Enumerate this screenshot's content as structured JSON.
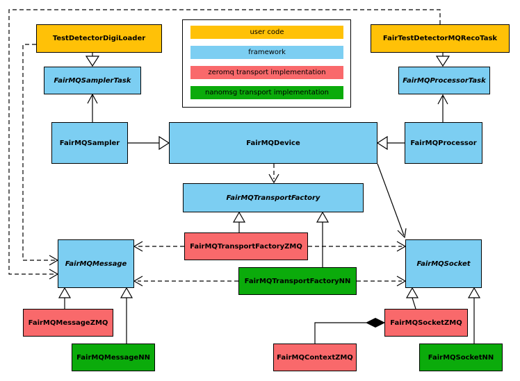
{
  "colors": {
    "user_code": "#FFC107",
    "framework": "#7CCEF2",
    "zeromq": "#F9696B",
    "nanomsg": "#0BAB0B"
  },
  "legend": {
    "items": [
      {
        "label": "user code",
        "color": "#FFC107"
      },
      {
        "label": "framework",
        "color": "#7CCEF2"
      },
      {
        "label": "zeromq transport implementation",
        "color": "#F9696B"
      },
      {
        "label": "nanomsg transport implementation",
        "color": "#0BAB0B"
      }
    ]
  },
  "nodes": {
    "test_detector_digi_loader": {
      "label": "TestDetectorDigiLoader",
      "category": "user code",
      "abstract": false
    },
    "fair_test_detector_mq_reco_task": {
      "label": "FairTestDetectorMQRecoTask",
      "category": "user code",
      "abstract": false
    },
    "fairmq_sampler_task": {
      "label": "FairMQSamplerTask",
      "category": "framework",
      "abstract": true
    },
    "fairmq_processor_task": {
      "label": "FairMQProcessorTask",
      "category": "framework",
      "abstract": true
    },
    "fairmq_sampler": {
      "label": "FairMQSampler",
      "category": "framework",
      "abstract": false
    },
    "fairmq_device": {
      "label": "FairMQDevice",
      "category": "framework",
      "abstract": false
    },
    "fairmq_processor": {
      "label": "FairMQProcessor",
      "category": "framework",
      "abstract": false
    },
    "fairmq_transport_factory": {
      "label": "FairMQTransportFactory",
      "category": "framework",
      "abstract": true
    },
    "fairmq_transport_factory_zmq": {
      "label": "FairMQTransportFactoryZMQ",
      "category": "zeromq transport implementation",
      "abstract": false
    },
    "fairmq_transport_factory_nn": {
      "label": "FairMQTransportFactoryNN",
      "category": "nanomsg transport implementation",
      "abstract": false
    },
    "fairmq_message": {
      "label": "FairMQMessage",
      "category": "framework",
      "abstract": true
    },
    "fairmq_socket": {
      "label": "FairMQSocket",
      "category": "framework",
      "abstract": true
    },
    "fairmq_message_zmq": {
      "label": "FairMQMessageZMQ",
      "category": "zeromq transport implementation",
      "abstract": false
    },
    "fairmq_message_nn": {
      "label": "FairMQMessageNN",
      "category": "nanomsg transport implementation",
      "abstract": false
    },
    "fairmq_context_zmq": {
      "label": "FairMQContextZMQ",
      "category": "zeromq transport implementation",
      "abstract": false
    },
    "fairmq_socket_zmq": {
      "label": "FairMQSocketZMQ",
      "category": "zeromq transport implementation",
      "abstract": false
    },
    "fairmq_socket_nn": {
      "label": "FairMQSocketNN",
      "category": "nanomsg transport implementation",
      "abstract": false
    }
  },
  "relationships": [
    {
      "from": "TestDetectorDigiLoader",
      "to": "FairMQSamplerTask",
      "type": "inheritance"
    },
    {
      "from": "FairTestDetectorMQRecoTask",
      "to": "FairMQProcessorTask",
      "type": "inheritance"
    },
    {
      "from": "FairMQSampler",
      "to": "FairMQSamplerTask",
      "type": "association"
    },
    {
      "from": "FairMQProcessor",
      "to": "FairMQProcessorTask",
      "type": "association"
    },
    {
      "from": "FairMQSampler",
      "to": "FairMQDevice",
      "type": "inheritance"
    },
    {
      "from": "FairMQProcessor",
      "to": "FairMQDevice",
      "type": "inheritance"
    },
    {
      "from": "FairMQDevice",
      "to": "FairMQTransportFactory",
      "type": "dependency"
    },
    {
      "from": "FairMQDevice",
      "to": "FairMQSocket",
      "type": "association"
    },
    {
      "from": "FairMQTransportFactoryZMQ",
      "to": "FairMQTransportFactory",
      "type": "inheritance"
    },
    {
      "from": "FairMQTransportFactoryNN",
      "to": "FairMQTransportFactory",
      "type": "inheritance"
    },
    {
      "from": "FairMQTransportFactoryZMQ",
      "to": "FairMQMessage",
      "type": "dependency"
    },
    {
      "from": "FairMQTransportFactoryZMQ",
      "to": "FairMQSocket",
      "type": "dependency"
    },
    {
      "from": "FairMQTransportFactoryNN",
      "to": "FairMQMessage",
      "type": "dependency"
    },
    {
      "from": "FairMQTransportFactoryNN",
      "to": "FairMQSocket",
      "type": "dependency"
    },
    {
      "from": "TestDetectorDigiLoader",
      "to": "FairMQMessage",
      "type": "dependency"
    },
    {
      "from": "FairTestDetectorMQRecoTask",
      "to": "FairMQMessage",
      "type": "dependency"
    },
    {
      "from": "FairMQMessageZMQ",
      "to": "FairMQMessage",
      "type": "inheritance"
    },
    {
      "from": "FairMQMessageNN",
      "to": "FairMQMessage",
      "type": "inheritance"
    },
    {
      "from": "FairMQSocketZMQ",
      "to": "FairMQSocket",
      "type": "inheritance"
    },
    {
      "from": "FairMQSocketNN",
      "to": "FairMQSocket",
      "type": "inheritance"
    },
    {
      "from": "FairMQContextZMQ",
      "to": "FairMQSocketZMQ",
      "type": "composition"
    }
  ]
}
